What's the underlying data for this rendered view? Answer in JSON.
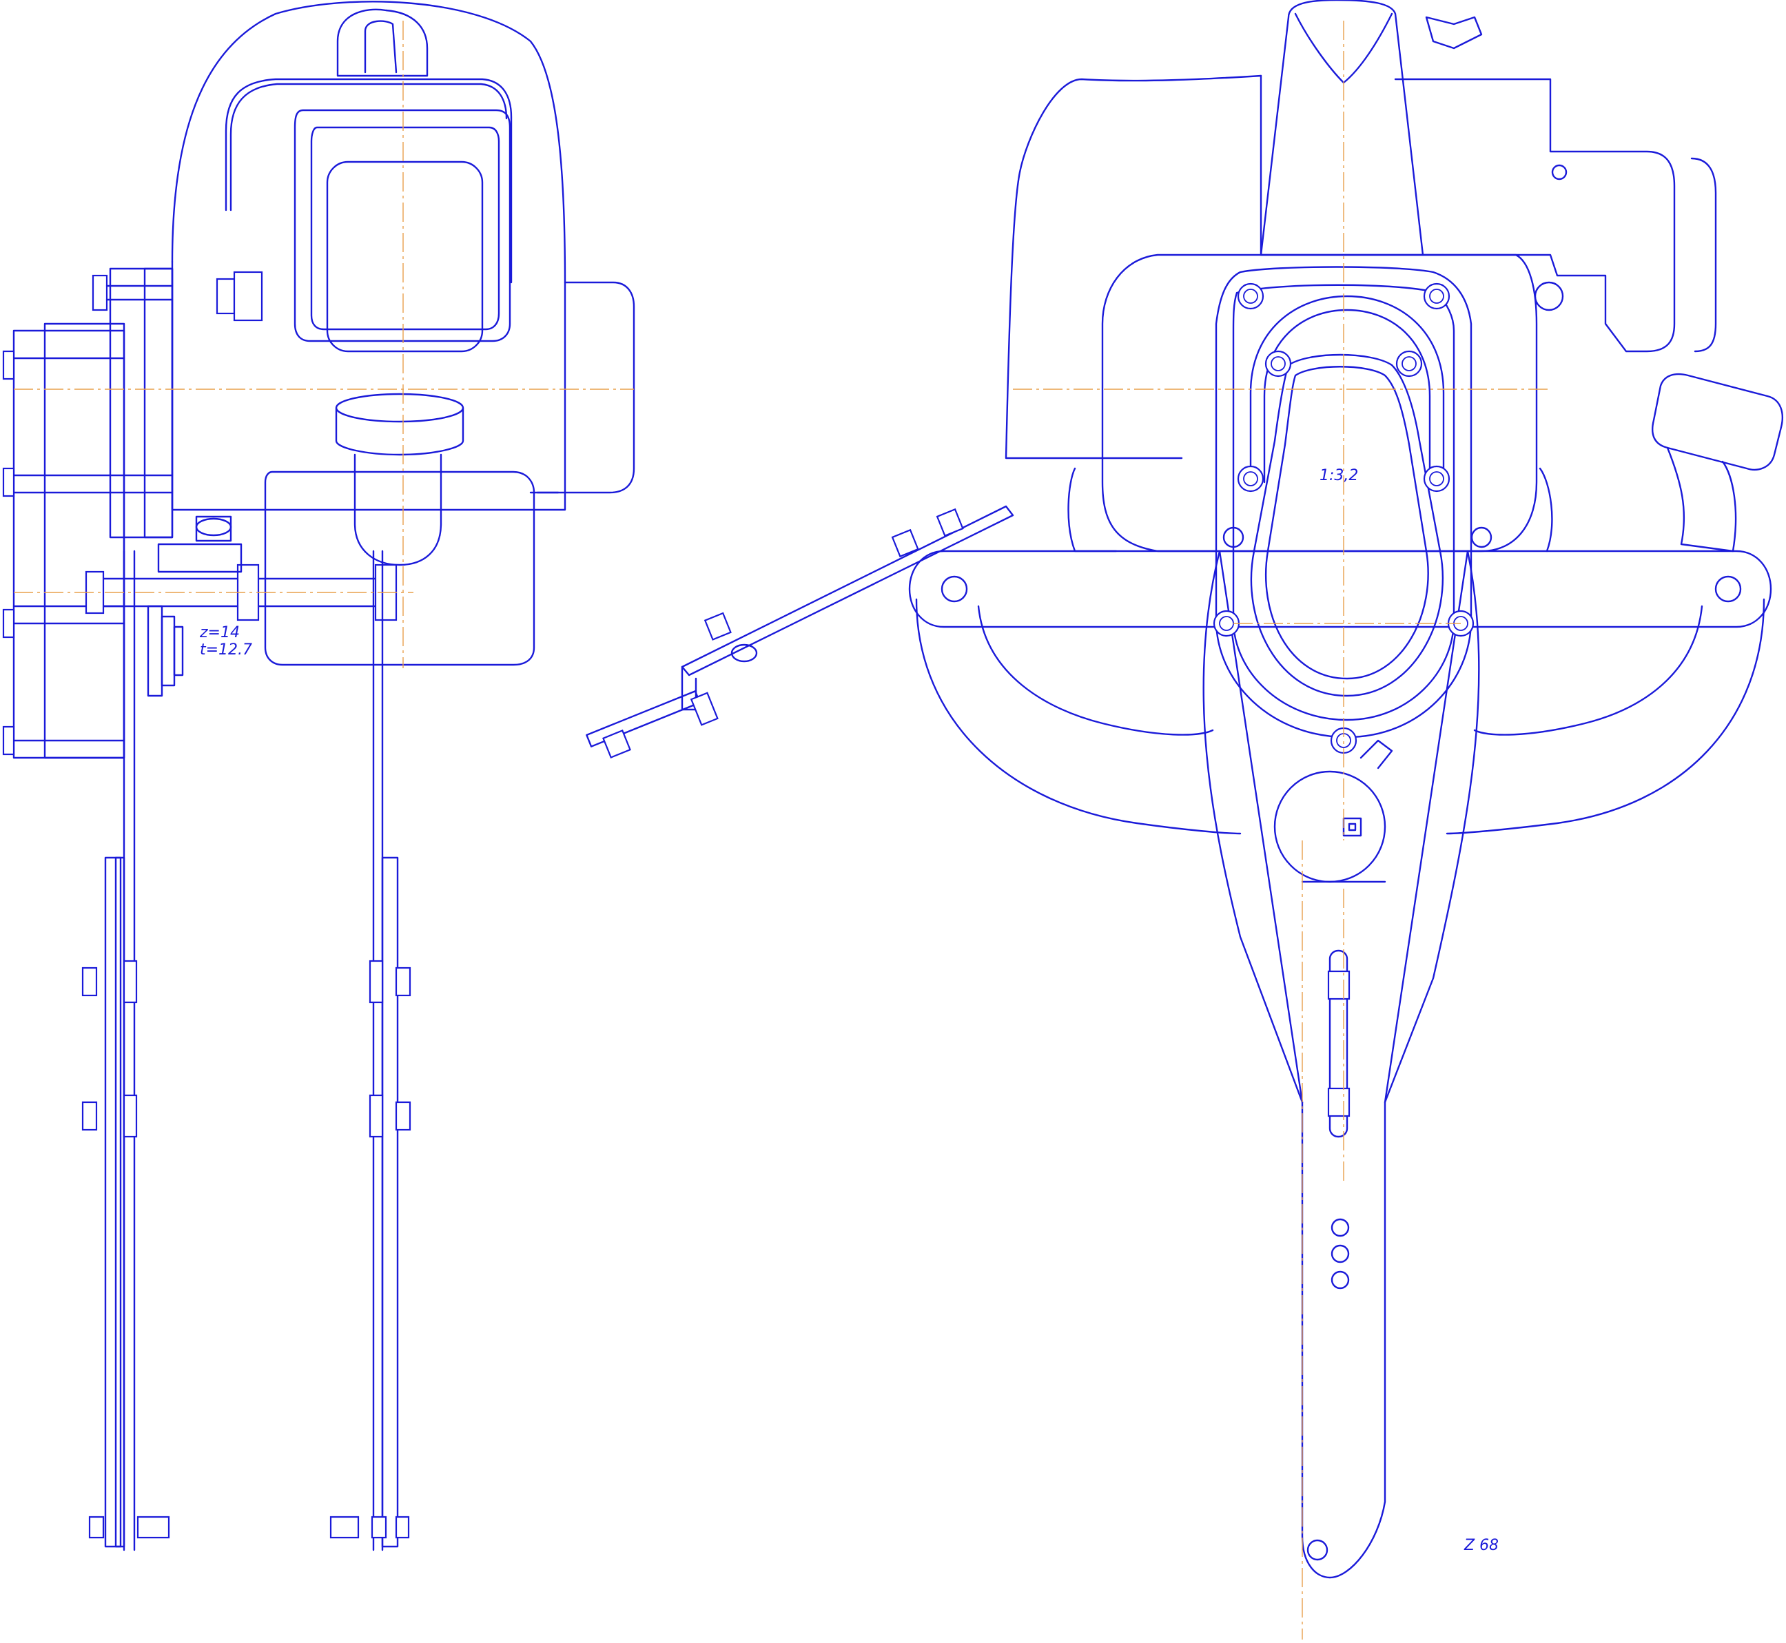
{
  "annotations": {
    "sprocket_teeth": "z=14",
    "chain_pitch": "t=12.7",
    "gear_ratio": "1:3,2",
    "driven_teeth": "Z 68"
  },
  "colors": {
    "line": "#1a1ad9",
    "axis": "#e8a04c",
    "background": "#ffffff"
  }
}
